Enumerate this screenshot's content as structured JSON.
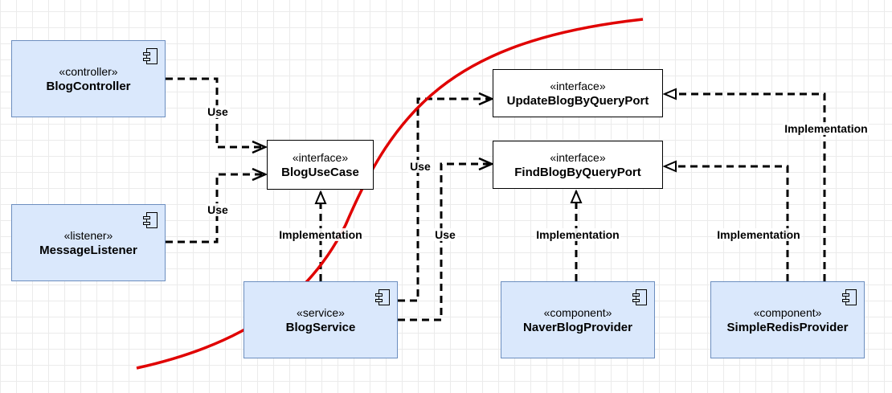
{
  "nodes": {
    "blog_controller": {
      "stereotype": "«controller»",
      "name": "BlogController"
    },
    "message_listener": {
      "stereotype": "«listener»",
      "name": "MessageListener"
    },
    "blog_use_case": {
      "stereotype": "«interface»",
      "name": "BlogUseCase"
    },
    "update_port": {
      "stereotype": "«interface»",
      "name": "UpdateBlogByQueryPort"
    },
    "find_port": {
      "stereotype": "«interface»",
      "name": "FindBlogByQueryPort"
    },
    "blog_service": {
      "stereotype": "«service»",
      "name": "BlogService"
    },
    "naver_provider": {
      "stereotype": "«component»",
      "name": "NaverBlogProvider"
    },
    "redis_provider": {
      "stereotype": "«component»",
      "name": "SimpleRedisProvider"
    }
  },
  "edge_labels": {
    "controller_use": "Use",
    "listener_use": "Use",
    "service_update_use": "Use",
    "service_find_use": "Use",
    "service_impl": "Implementation",
    "naver_impl": "Implementation",
    "redis_find_impl": "Implementation",
    "redis_update_impl": "Implementation"
  },
  "colors": {
    "component_fill": "#dae8fc",
    "component_stroke": "#6c8ebf",
    "boundary_curve": "#e00000"
  }
}
